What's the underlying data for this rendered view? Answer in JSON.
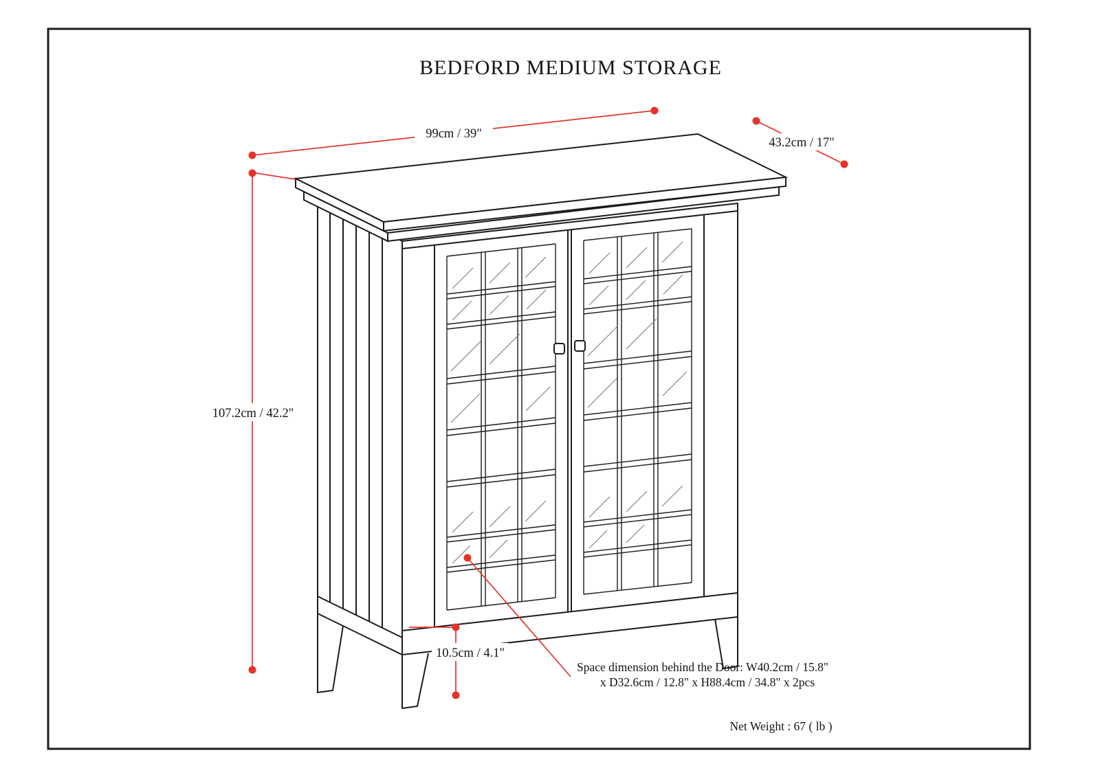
{
  "title": "BEDFORD MEDIUM STORAGE",
  "colors": {
    "dimension_red": "#e5332a",
    "line_black": "#1b1b1b",
    "paper_white": "#ffffff"
  },
  "dimensions": {
    "width": "99cm / 39\"",
    "depth": "43.2cm / 17\"",
    "height": "107.2cm / 42.2\"",
    "leg_height": "10.5cm / 4.1\""
  },
  "notes": {
    "door_space_line1": "Space dimension behind the Door: W40.2cm / 15.8\"",
    "door_space_line2": "x D32.6cm / 12.8\" x H88.4cm / 34.8\" x 2pcs",
    "net_weight": "Net Weight : 67 ( lb )"
  }
}
